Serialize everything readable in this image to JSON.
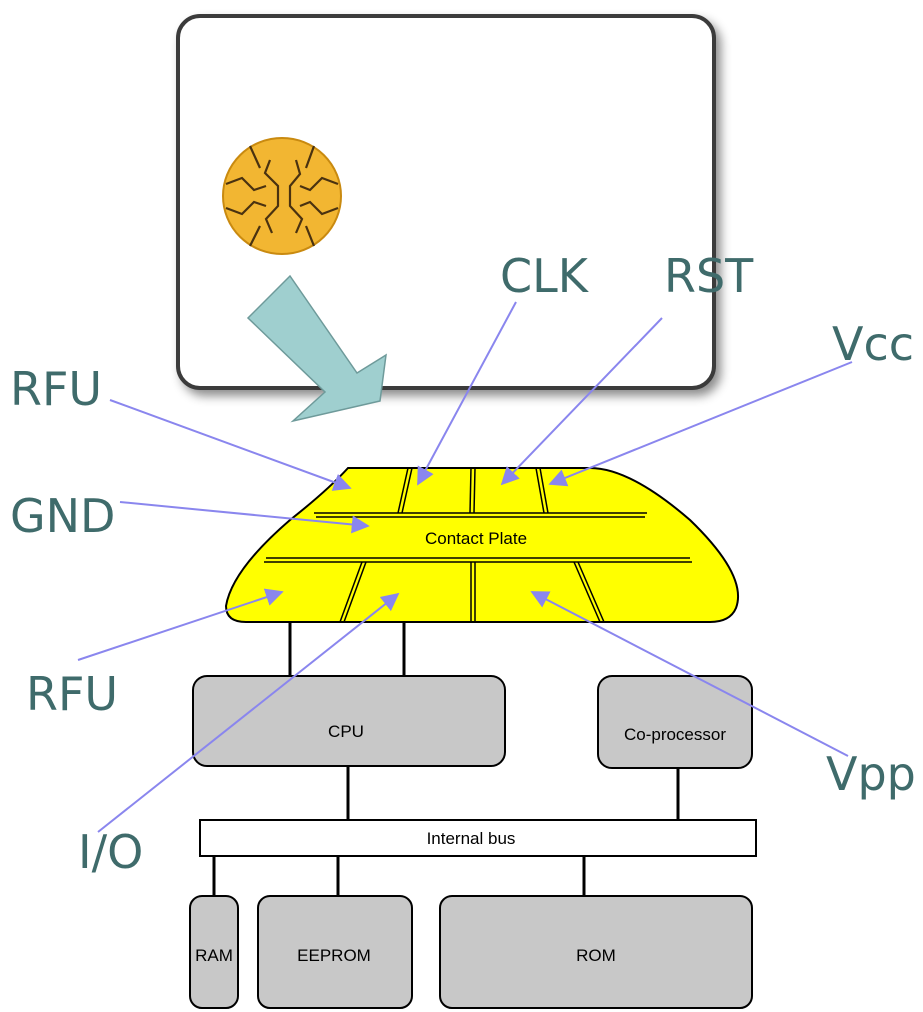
{
  "colors": {
    "label_text": "#3f6b6b",
    "pointer_line": "#8a86ee",
    "contact_fill": "#ffff00",
    "chip_fill": "#f2b632",
    "arrow_fill": "#9fcfcf",
    "block_fill": "#c8c8c8"
  },
  "pin_labels": {
    "rfu_top": "RFU",
    "gnd": "GND",
    "rfu_bottom": "RFU",
    "io": "I/O",
    "clk": "CLK",
    "rst": "RST",
    "vcc": "Vcc",
    "vpp": "Vpp"
  },
  "blocks": {
    "contact_plate": "Contact Plate",
    "cpu": "CPU",
    "coprocessor": "Co-processor",
    "internal_bus": "Internal bus",
    "ram": "RAM",
    "eeprom": "EEPROM",
    "rom": "ROM"
  }
}
